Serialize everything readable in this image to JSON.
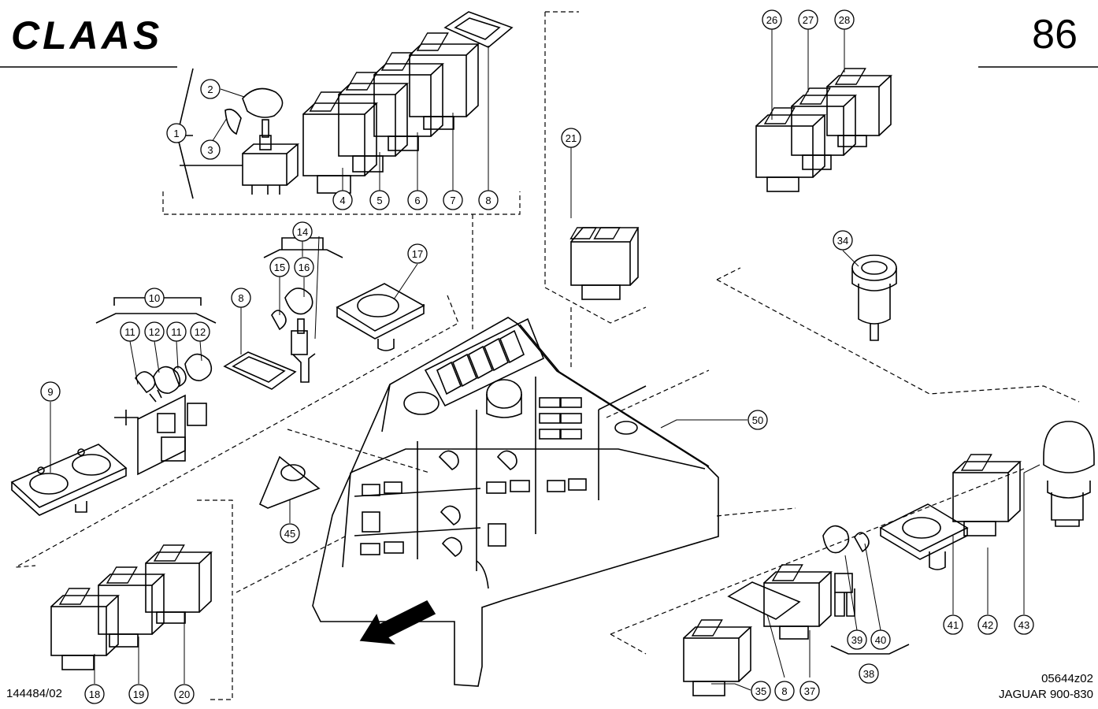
{
  "header": {
    "brand": "CLAAS",
    "page_number": "86"
  },
  "footer": {
    "drawing_number": "144484/02",
    "figure_code": "05644z02",
    "model": "JAGUAR 900-830"
  },
  "callouts": [
    "1",
    "2",
    "3",
    "4",
    "5",
    "6",
    "7",
    "8",
    "9",
    "10",
    "11",
    "12",
    "14",
    "15",
    "16",
    "17",
    "18",
    "19",
    "20",
    "21",
    "26",
    "27",
    "28",
    "34",
    "35",
    "37",
    "38",
    "39",
    "40",
    "41",
    "42",
    "43",
    "45",
    "50"
  ]
}
